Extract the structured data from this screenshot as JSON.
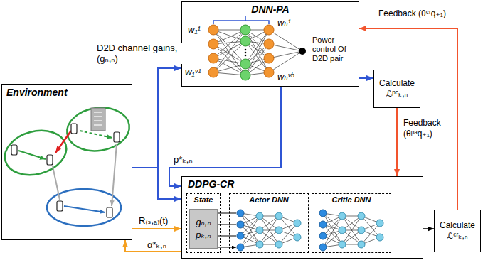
{
  "diagram": {
    "nodes": [
      {
        "text": [
          "Environment"
        ]
      },
      {
        "text": [
          "DNN-PA",
          "Power control Of D2D pair"
        ]
      },
      {
        "text": [
          "Calculate ℒᵖᶜₖ,ₙ"
        ]
      },
      {
        "text": [
          "DDPG-CR"
        ]
      },
      {
        "text": [
          "State"
        ],
        "in": 3
      },
      {
        "text": [
          "gₙ,ₙ",
          "pₖ,ₙ"
        ],
        "in": 4
      },
      {
        "text": [
          "Actor DNN"
        ],
        "in": 3
      },
      {
        "text": [
          "Critic DNN"
        ],
        "in": 3
      },
      {
        "text": [
          "Calculate ℒᶜʳₖ,ₙ"
        ]
      }
    ],
    "edges": [
      {
        "from": 0,
        "to": 1,
        "label": "D2D channel gains, (gₙ,ₙ)",
        "arrow": "to"
      },
      {
        "from": 0,
        "to": 3,
        "arrow": "to"
      },
      {
        "from": 1,
        "to": 3,
        "label": "p*ₖ,ₙ",
        "arrow": "to"
      },
      {
        "from": 1,
        "to": 2,
        "arrow": "to"
      },
      {
        "from": 2,
        "to": 3,
        "label": "Feedback (θᵖᵃq₊₁)",
        "arrow": "to"
      },
      {
        "from": 3,
        "to": 8,
        "arrow": "to"
      },
      {
        "from": 8,
        "to": 1,
        "label": "Feedback (θᶜʳq₊₁)",
        "arrow": "to"
      },
      {
        "from": 0,
        "to": 3,
        "label": "R₍ₛ,ₐ₎(t)",
        "arrow": "to"
      },
      {
        "from": 3,
        "to": 0,
        "label": "α*ₖ,ₙ",
        "arrow": "to"
      }
    ],
    "labels": [
      "w₁¹",
      "w₁ᵛ¹",
      "wₕ¹",
      "wₕᵛʰ"
    ]
  }
}
